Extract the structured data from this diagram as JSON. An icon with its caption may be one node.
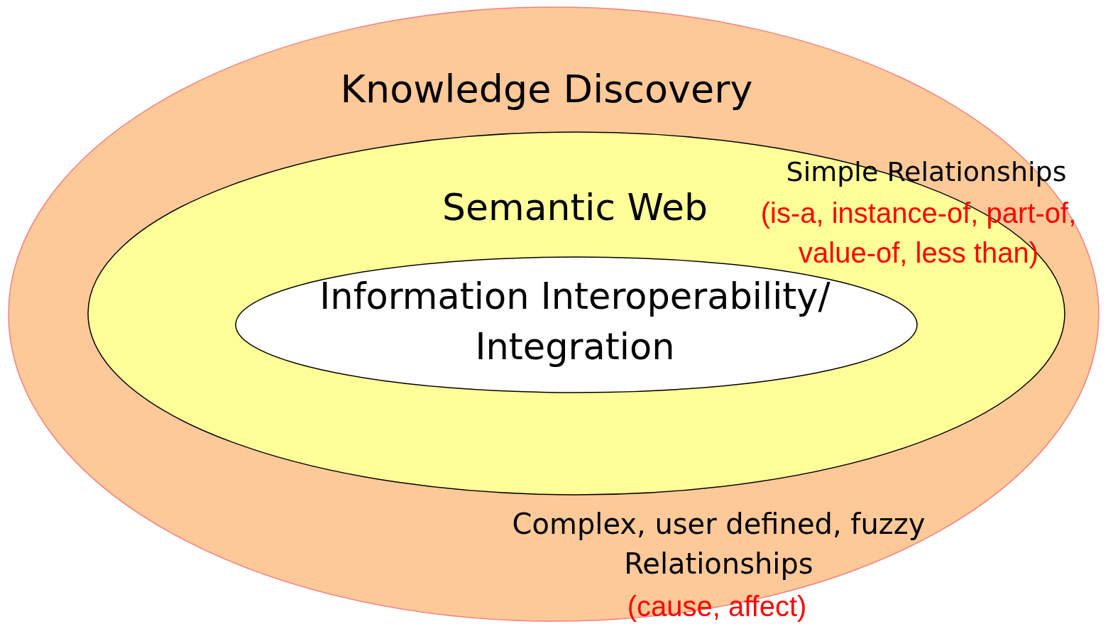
{
  "diagram": {
    "nodes": [
      {
        "text": [
          "Knowledge Discovery"
        ]
      },
      {
        "text": [
          "Semantic Web"
        ],
        "in": 0
      },
      {
        "text": [
          "Information Interoperability/ Integration"
        ],
        "in": 1
      }
    ],
    "labels": [
      "Simple Relationships",
      "(is-a, instance-of, part-of, value-of, less than)",
      "Complex, user defined, fuzzy Relationships",
      "(cause, affect)"
    ]
  }
}
